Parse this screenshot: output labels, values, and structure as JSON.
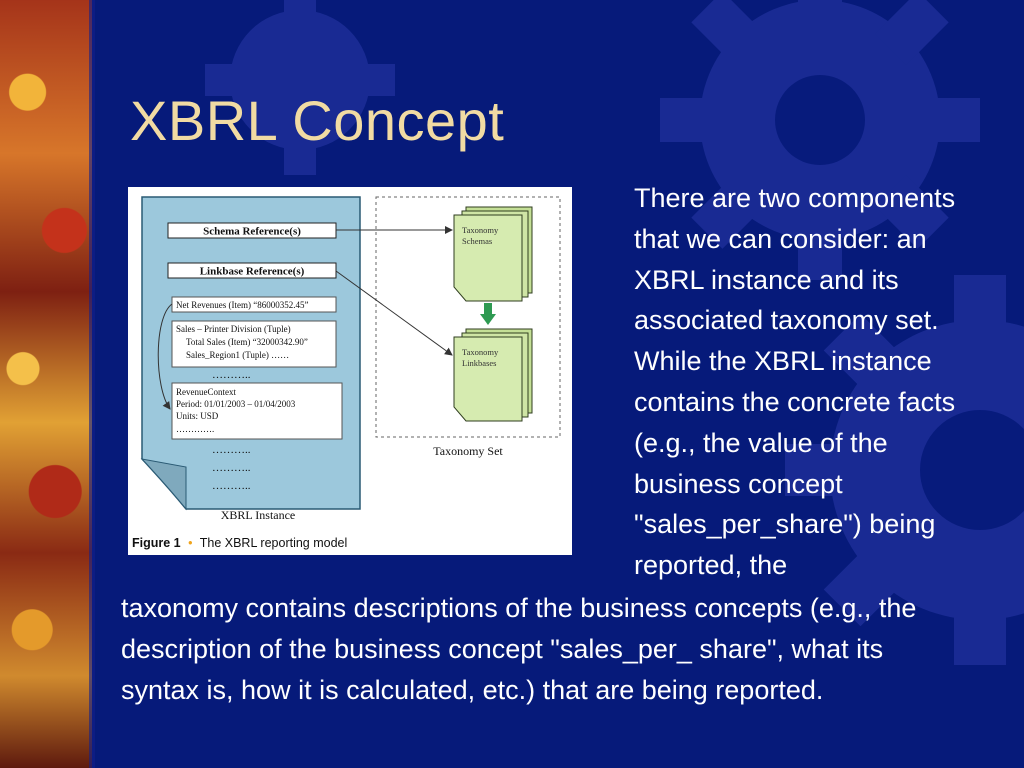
{
  "slide": {
    "title": "XBRL Concept",
    "text_right": " There are two components\nthat we can consider: an\nXBRL instance and its\nassociated taxonomy set.\nWhile the XBRL instance\ncontains the concrete facts\n(e.g., the value of the\nbusiness concept\n\"sales_per_share\") being\nreported, the",
    "text_bottom": "taxonomy contains descriptions of the business concepts (e.g., the\ndescription of the business concept \"sales_per_ share\", what its\nsyntax is, how it is calculated, etc.) that are being reported."
  },
  "figure": {
    "schema_ref": "Schema Reference(s)",
    "linkbase_ref": "Linkbase Reference(s)",
    "net_revenues": "Net Revenues (Item) “86000352.45”",
    "sales_line1": "Sales – Printer Division (Tuple)",
    "sales_line2": "Total Sales (Item) “32000342.90”",
    "sales_line3": "Sales_Region1 (Tuple) ……",
    "dots1": "………..",
    "context_line1": "RevenueContext",
    "context_line2": "Period: 01/01/2003 – 01/04/2003",
    "context_line3": "Units: USD",
    "context_line4": "………….",
    "dots2": "………..",
    "dots3": "………..",
    "dots4": "………..",
    "instance_label": "XBRL Instance",
    "schemas_line1": "Taxonomy",
    "schemas_line2": "Schemas",
    "linkbases_line1": "Taxonomy",
    "linkbases_line2": "Linkbases",
    "taxonomy_set_label": "Taxonomy Set",
    "caption_bold": "Figure 1",
    "caption_bullet": "•",
    "caption_text": "The XBRL reporting model"
  },
  "colors": {
    "background": "#061a7a",
    "title": "#f1dba3",
    "body_text": "#ffffff",
    "instance_fill": "#9cc8dc",
    "taxonomy_doc_fill": "#d6ebb0",
    "arrow_green": "#2e9a52",
    "caption_bullet": "#f0a41c"
  }
}
